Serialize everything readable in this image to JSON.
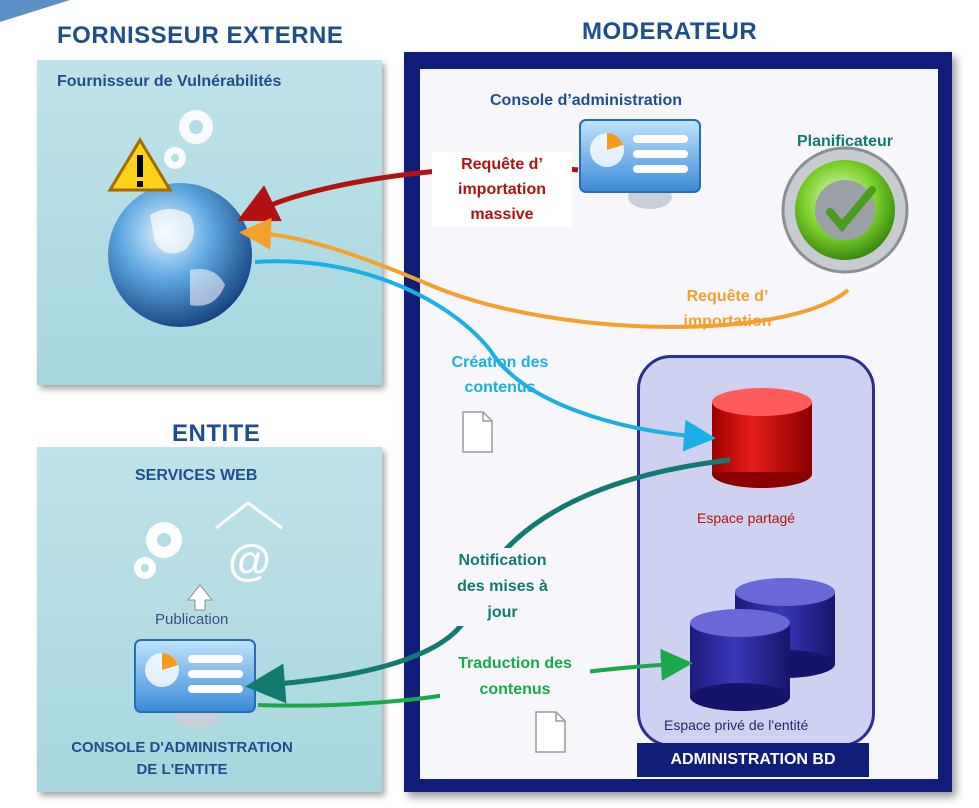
{
  "sections": {
    "external_title": "FORNISSEUR EXTERNE",
    "moderator_title": "MODERATEUR",
    "entity_title": "ENTITE"
  },
  "external": {
    "subtitle": "Fournisseur de Vulnérabilités"
  },
  "entity": {
    "services_web": "SERVICES WEB",
    "publication": "Publication",
    "console_line1": "CONSOLE D'ADMINISTRATION",
    "console_line2": "DE L'ENTITE"
  },
  "moderator": {
    "admin_console": "Console d’administration",
    "scheduler": "Planificateur",
    "mass_import": [
      "Requête d’",
      "importation",
      "massive"
    ],
    "import_request": [
      "Requête d’",
      "importation"
    ],
    "content_creation": [
      "Création des",
      "contenus"
    ],
    "update_notification": [
      "Notification",
      "des mises à",
      "jour"
    ],
    "content_translation": [
      "Traduction des",
      "contenus"
    ],
    "shared_space": "Espace partagé",
    "private_space": "Espace privé de l'entité",
    "db_admin": "ADMINISTRATION BD"
  },
  "colors": {
    "mass_import": "#b31212",
    "import_request": "#f3a12c",
    "content_creation": "#1ab0e6",
    "update_notification": "#137a72",
    "content_translation": "#1aa84c",
    "header": "#1f4e8c",
    "moderator_frame": "#101e7a"
  }
}
